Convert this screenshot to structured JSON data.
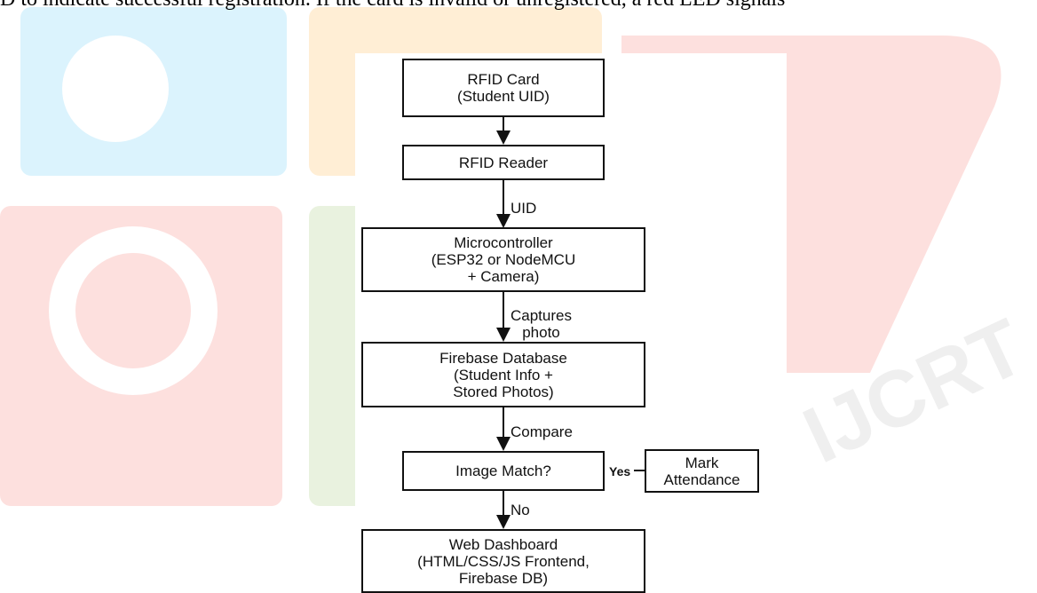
{
  "document": {
    "top_text": "D to indicate successful registration. If the card is invalid or unregistered, a red LED signals"
  },
  "watermark": {
    "text": "IJCRT",
    "colors": {
      "blue": "#29b6f6",
      "orange": "#ff9800",
      "red": "#f44336",
      "green": "#7cb342",
      "gray": "#9e9e9e"
    }
  },
  "flowchart": {
    "nodes": {
      "rfid_card": "RFID Card\n(Student UID)",
      "rfid_reader": "RFID Reader",
      "microcontroller": "Microcontroller\n(ESP32 or NodeMCU\n+ Camera)",
      "firebase": "Firebase Database\n(Student Info +\nStored Photos)",
      "image_match": "Image Match?",
      "mark_attendance": "Mark\nAttendance",
      "web_dashboard": "Web Dashboard\n(HTML/CSS/JS Frontend,\nFirebase DB)"
    },
    "edge_labels": {
      "uid": "UID",
      "captures": "Captures\nphoto",
      "compare": "Compare",
      "yes": "Yes",
      "no": "No"
    }
  }
}
